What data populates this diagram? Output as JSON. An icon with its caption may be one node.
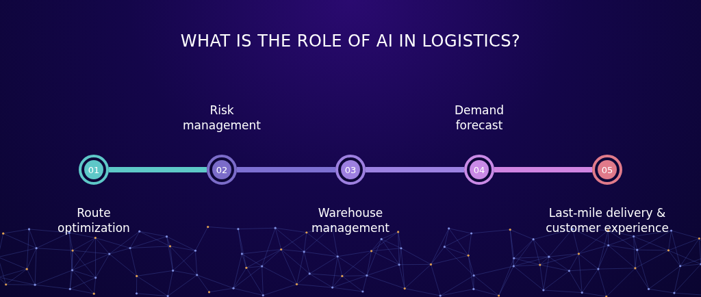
{
  "diagram": {
    "title": "WHAT IS THE ROLE OF AI IN LOGISTICS?",
    "nodes": [
      {
        "text": [
          "01"
        ],
        "beside": [
          "Route optimization"
        ]
      },
      {
        "text": [
          "02"
        ],
        "beside": [
          "Risk management"
        ]
      },
      {
        "text": [
          "03"
        ],
        "beside": [
          "Warehouse management"
        ]
      },
      {
        "text": [
          "04"
        ],
        "beside": [
          "Demand forecast"
        ]
      },
      {
        "text": [
          "05"
        ],
        "beside": [
          "Last-mile delivery & customer experience"
        ]
      }
    ],
    "edges": [
      {
        "from": 0,
        "to": 1,
        "arrow": "none",
        "color": "#5ec8c8"
      },
      {
        "from": 1,
        "to": 2,
        "arrow": "none",
        "color": "#7d70d2"
      },
      {
        "from": 2,
        "to": 3,
        "arrow": "none",
        "color": "#9c82e2"
      },
      {
        "from": 3,
        "to": 4,
        "arrow": "none",
        "color": "#d084e2"
      }
    ]
  }
}
